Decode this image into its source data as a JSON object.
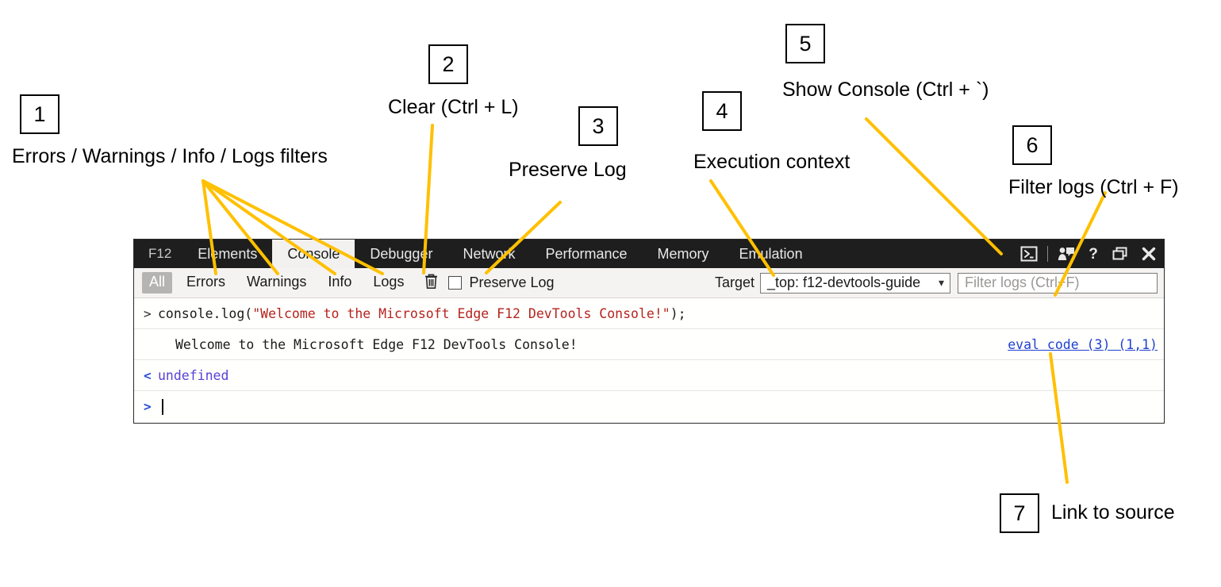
{
  "annotations": [
    {
      "num": "1",
      "label": "Errors / Warnings / Info / Logs filters"
    },
    {
      "num": "2",
      "label": "Clear (Ctrl + L)"
    },
    {
      "num": "3",
      "label": "Preserve Log"
    },
    {
      "num": "4",
      "label": "Execution context"
    },
    {
      "num": "5",
      "label": "Show Console (Ctrl + `)"
    },
    {
      "num": "6",
      "label": "Filter logs (Ctrl + F)"
    },
    {
      "num": "7",
      "label": "Link to source"
    }
  ],
  "devtools": {
    "brand": "F12",
    "tabs": [
      {
        "label": "Elements",
        "active": false
      },
      {
        "label": "Console",
        "active": true
      },
      {
        "label": "Debugger",
        "active": false
      },
      {
        "label": "Network",
        "active": false
      },
      {
        "label": "Performance",
        "active": false
      },
      {
        "label": "Memory",
        "active": false
      },
      {
        "label": "Emulation",
        "active": false
      }
    ],
    "title_icons": [
      {
        "name": "show-console-icon"
      },
      {
        "name": "feedback-icon"
      },
      {
        "name": "help-icon"
      },
      {
        "name": "undock-icon"
      },
      {
        "name": "close-icon"
      }
    ],
    "toolbar": {
      "filters": [
        {
          "label": "All",
          "selected": true
        },
        {
          "label": "Errors",
          "selected": false
        },
        {
          "label": "Warnings",
          "selected": false
        },
        {
          "label": "Info",
          "selected": false
        },
        {
          "label": "Logs",
          "selected": false
        }
      ],
      "clear_icon": "trash-icon",
      "preserve_log_label": "Preserve Log",
      "preserve_log_checked": false,
      "target_label": "Target",
      "target_value": "_top: f12-devtools-guide",
      "filter_placeholder": "Filter logs (Ctrl+F)"
    },
    "console": {
      "input_prompt": ">",
      "input_code_prefix": "console.log(",
      "input_code_string": "\"Welcome to the Microsoft Edge F12 DevTools Console!\"",
      "input_code_suffix": ");",
      "output_text": "Welcome to the Microsoft Edge F12 DevTools Console!",
      "output_source_link": "eval code (3) (1,1)",
      "result_prompt": "<",
      "result_value": "undefined",
      "new_prompt": ">"
    }
  },
  "colors": {
    "leader_line": "#FFC000",
    "tabstrip_bg": "#1E1E1E",
    "toolbar_bg": "#F4F3F2",
    "selected_filter_bg": "#B6B4B2",
    "string_red": "#B5231E",
    "link_blue": "#1F3FD0",
    "undefined_purple": "#5A3FD8"
  }
}
